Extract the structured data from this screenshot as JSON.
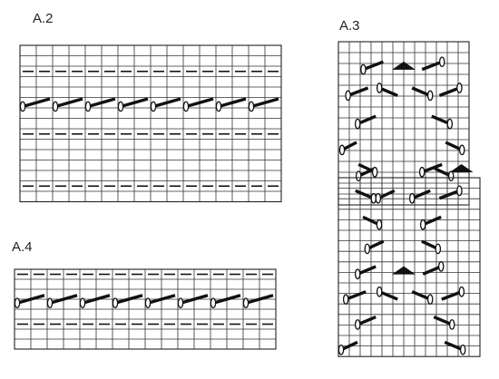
{
  "diagrams": {
    "a2": {
      "label": "A.2"
    },
    "a3": {
      "label": "A.3"
    },
    "a4": {
      "label": "A.4"
    }
  }
}
